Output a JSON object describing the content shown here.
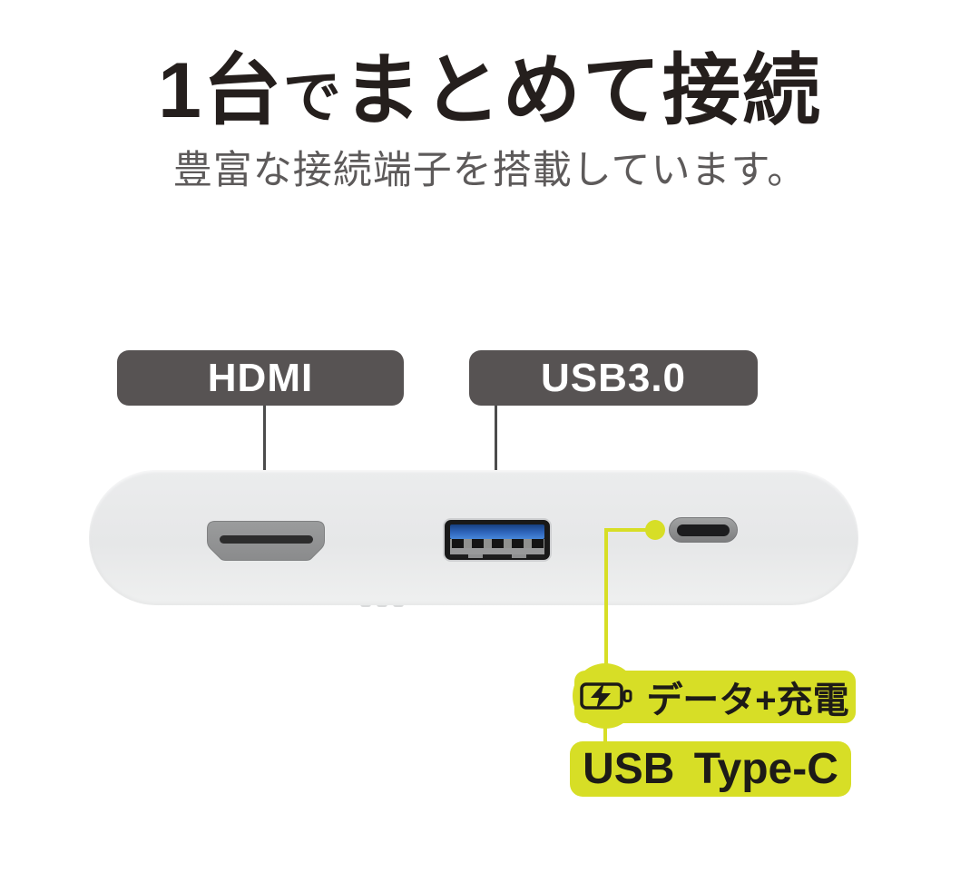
{
  "header": {
    "title_full": "1台でまとめて接続",
    "title_part_1": "1台",
    "title_part_small": "で",
    "title_part_2": "まとめて接続",
    "subtitle": "豊富な接続端子を搭載しています。"
  },
  "callout_labels": {
    "hdmi": "HDMI",
    "usb3": "USB3.0"
  },
  "typec_callout": {
    "data_charge_label": "データ+充電",
    "port_name_label": "USB Type-C",
    "icon": "battery-charging-icon"
  },
  "device": {
    "name": "usb-c-hub-adapter",
    "ports": [
      "hdmi-port",
      "usb-a-port",
      "usb-c-port"
    ]
  },
  "colors": {
    "page_bg": "#ffffff",
    "title_black": "#251f1d",
    "subtitle_gray": "#5d5a5a",
    "label_gray": "#575353",
    "line_gray": "#4c4c4c",
    "dot_gray": "#575757",
    "accent_yellow": "#d7de26",
    "badge_text_black": "#1d1b17",
    "device_body": "#e9eaeb",
    "usb_blue": "#2d62b8"
  }
}
